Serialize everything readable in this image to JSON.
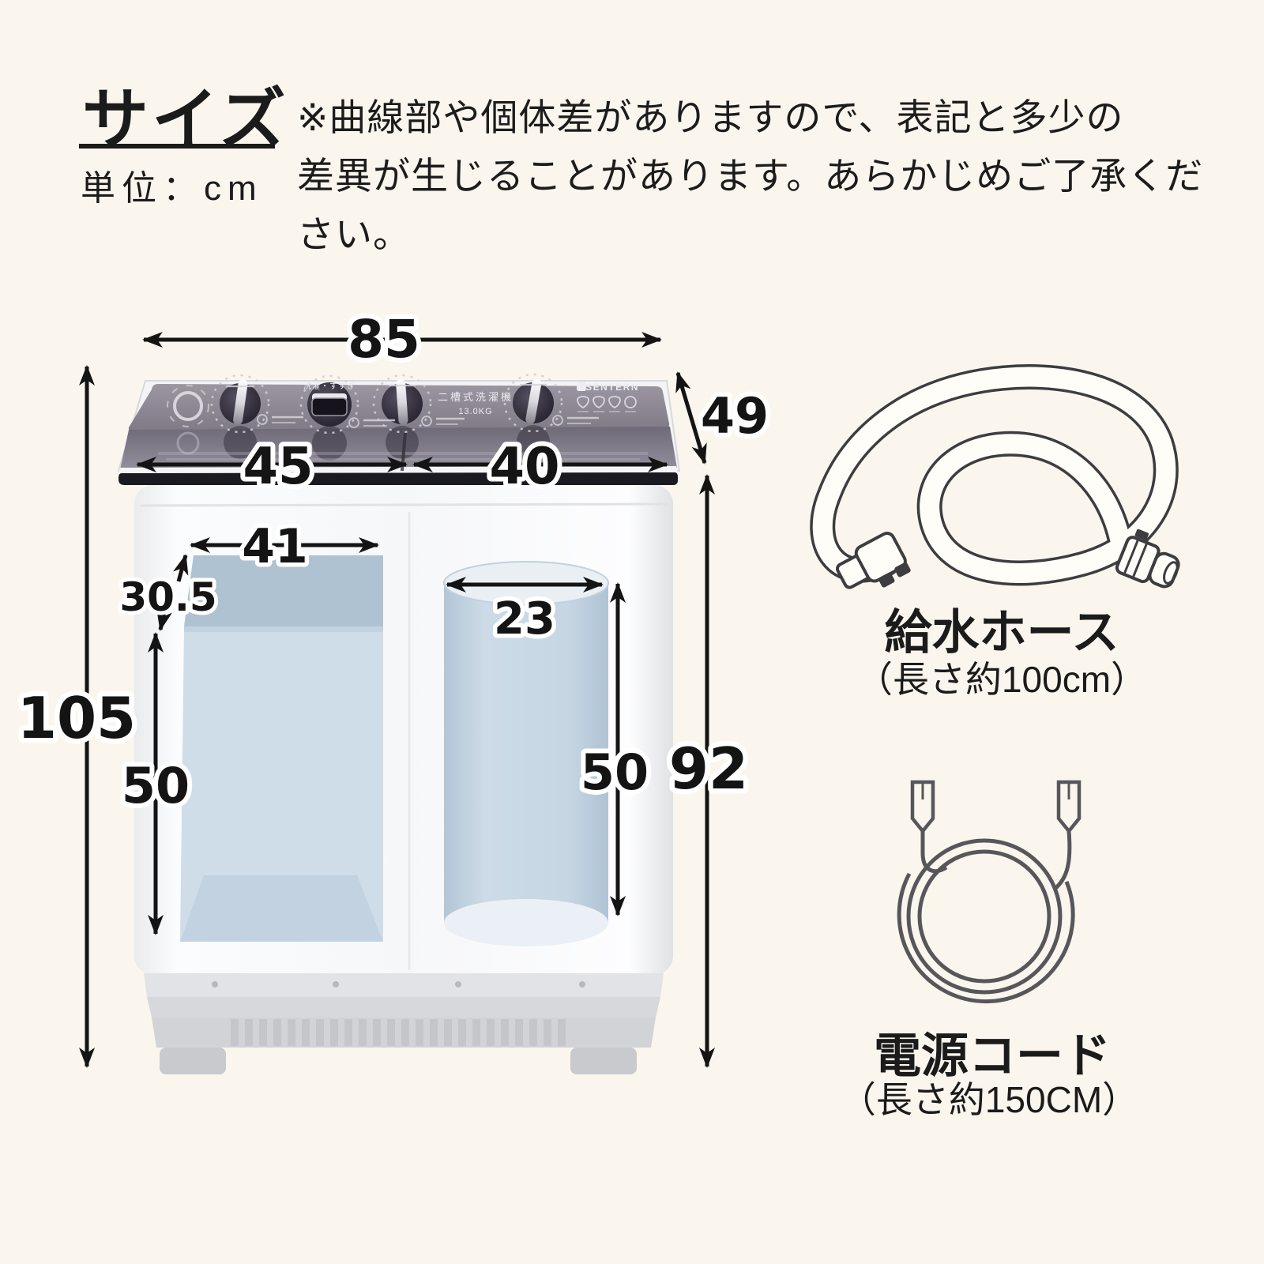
{
  "header": {
    "title": "サイズ",
    "unit": "単位：cm",
    "note_line1": "※曲線部や個体差がありますので、表記と多少の",
    "note_line2": "差異が生じることがあります。あらかじめご了承ください。"
  },
  "machine": {
    "brand": "SENTERN",
    "type_label": "二槽式洗濯機",
    "capacity_label": "13.0KG",
    "knob_label": "洗濯・すすぎ"
  },
  "dimensions": {
    "overall_width": "85",
    "depth": "49",
    "lid_left": "45",
    "lid_right": "40",
    "overall_height": "105",
    "body_height": "92",
    "wash_tub_width": "41",
    "rim_depth": "30.5",
    "wash_tub_depth": "50",
    "spin_tub_diameter": "23",
    "spin_tub_depth": "50"
  },
  "accessories": {
    "hose_name": "給水ホース",
    "hose_length": "（長さ約100cm）",
    "cord_name": "電源コード",
    "cord_length": "（長さ約150CM）"
  },
  "colors": {
    "background": "#faf6ee",
    "panel_gray": "#8d8894",
    "tub_blue": "#cfdde9",
    "line_black": "#141414"
  }
}
